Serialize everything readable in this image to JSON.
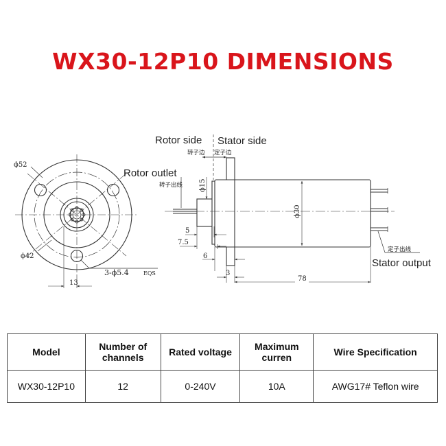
{
  "title": "WX30-12P10 DIMENSIONS",
  "front_view": {
    "outer_dia": "ϕ52",
    "pcd_dia": "ϕ42",
    "holes": "3-ϕ5.4",
    "holes_suffix": "EQS",
    "offset": "13"
  },
  "side_view": {
    "rotor_side": "Rotor side",
    "rotor_side_cn": "转子边",
    "stator_side": "Stator side",
    "stator_side_cn": "定子边",
    "rotor_outlet": "Rotor outlet",
    "rotor_outlet_cn": "转子出线",
    "stator_output": "Stator output",
    "stator_output_cn": "定子出线",
    "shaft_dia": "ϕ15",
    "body_dia": "ϕ30",
    "dim_5": "5",
    "dim_7_5": "7.5",
    "dim_6": "6",
    "dim_3": "3",
    "dim_78": "78"
  },
  "table": {
    "headers": [
      "Model",
      "Number of channels",
      "Rated voltage",
      "Maximum curren",
      "Wire Specification"
    ],
    "row": [
      "WX30-12P10",
      "12",
      "0-240V",
      "10A",
      "AWG17# Teflon wire"
    ]
  },
  "colors": {
    "title": "#d9151b",
    "line": "#333333"
  }
}
